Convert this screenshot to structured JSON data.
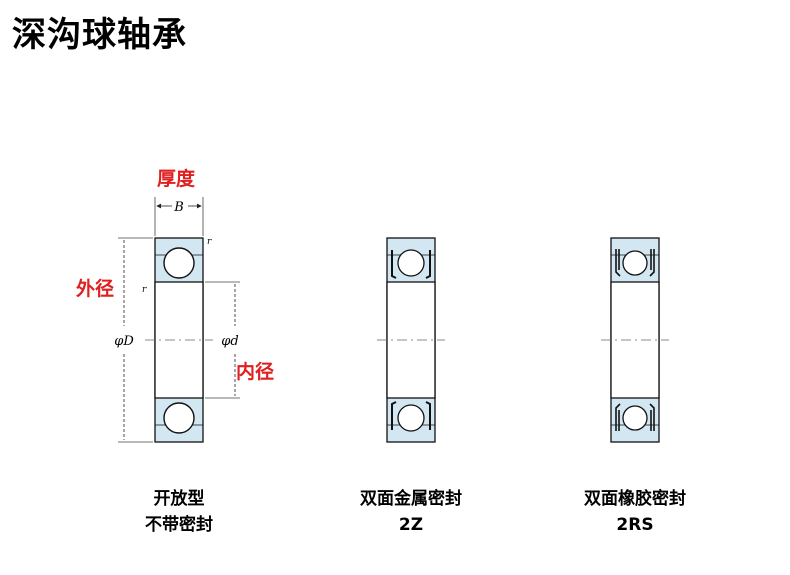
{
  "title": "深沟球轴承",
  "labels": {
    "width": "厚度",
    "outer_diameter": "外径",
    "inner_diameter": "内径"
  },
  "symbols": {
    "B": "B",
    "D": "φD",
    "d": "φd",
    "r1": "r",
    "r2": "r"
  },
  "bearings": [
    {
      "caption_line1": "开放型",
      "caption_line2": "不带密封"
    },
    {
      "caption_line1": "双面金属密封",
      "caption_line2": "2Z"
    },
    {
      "caption_line1": "双面橡胶密封",
      "caption_line2": "2RS"
    }
  ],
  "colors": {
    "ring_fill": "#d3e7f2",
    "outline": "#111111",
    "accent_red": "#e02020"
  }
}
